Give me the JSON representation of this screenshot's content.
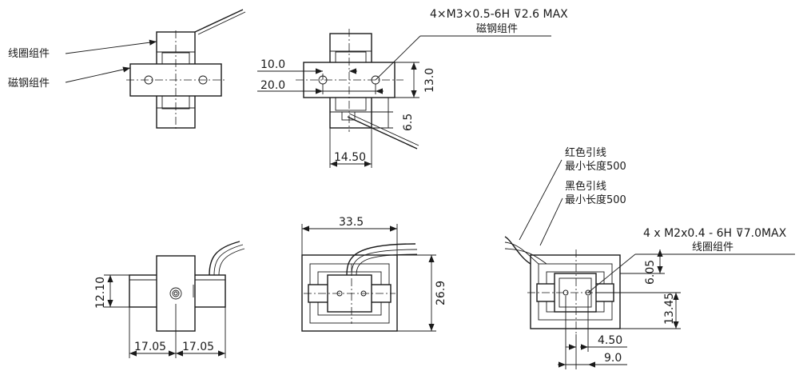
{
  "view_top_left": {
    "label_coil": "线圈组件",
    "label_magnet": "磁钢组件"
  },
  "view_top_middle": {
    "thread_spec": "4×M3×0.5-6H ⊽2.6 MAX",
    "thread_target": "磁钢组件",
    "dim_10": "10.0",
    "dim_20": "20.0",
    "dim_13": "13.0",
    "dim_6_5": "6.5",
    "dim_14_5": "14.50"
  },
  "view_bottom_left": {
    "dim_12_1": "12.10",
    "dim_left": "17.05",
    "dim_right": "17.05"
  },
  "view_bottom_middle": {
    "dim_33_5": "33.5",
    "dim_26_9": "26.9"
  },
  "view_bottom_right": {
    "red_lead_1": "红色引线",
    "red_lead_2": "最小长度500",
    "black_lead_1": "黑色引线",
    "black_lead_2": "最小长度500",
    "thread_spec": "4 x M2x0.4 - 6H ⊽7.0MAX",
    "thread_target": "线圈组件",
    "dim_6_05": "6.05",
    "dim_13_45": "13.45",
    "dim_4_5": "4.50",
    "dim_9": "9.0"
  }
}
